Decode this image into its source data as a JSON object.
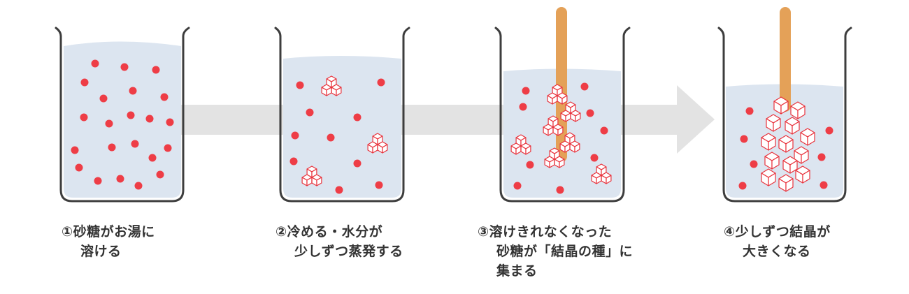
{
  "colors": {
    "water": "#dce5f0",
    "beaker_stroke": "#3d3d3d",
    "particle": "#ee3d46",
    "crystal_stroke": "#e8323c",
    "crystal_fill": "#ffffff",
    "stick": "#e4a158",
    "arrow": "#e3e3e3",
    "text": "#333333"
  },
  "steps": [
    {
      "number": "①",
      "lines": [
        "砂糖がお湯に",
        "溶ける"
      ]
    },
    {
      "number": "②",
      "lines": [
        "冷める・水分が",
        "少しずつ蒸発する"
      ]
    },
    {
      "number": "③",
      "lines": [
        "溶けきれなくなった",
        "砂糖が「結晶の種」に",
        "集まる"
      ]
    },
    {
      "number": "④",
      "lines": [
        "少しずつ結晶が",
        "大きくなる"
      ]
    }
  ]
}
